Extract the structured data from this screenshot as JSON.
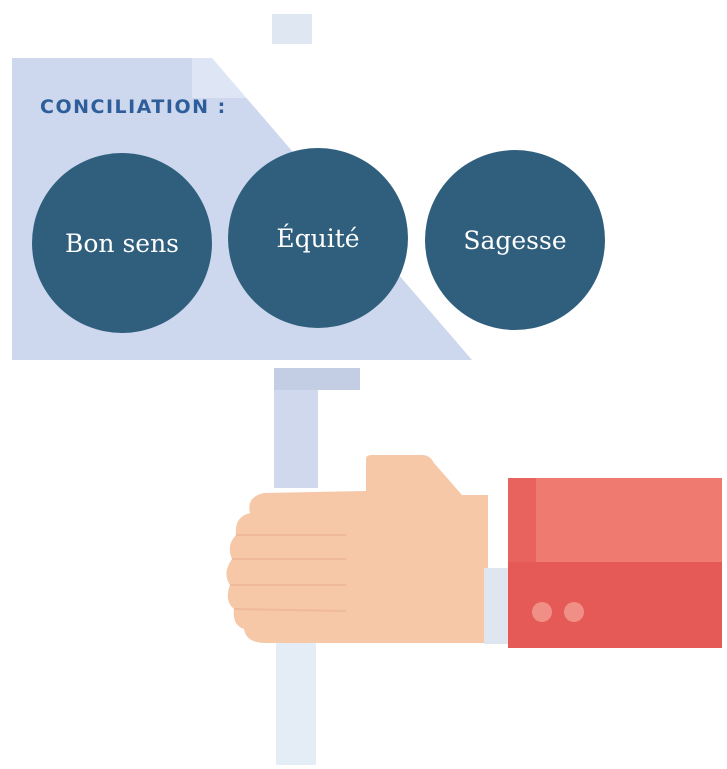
{
  "sign": {
    "title": "CONCILIATION :",
    "values": [
      "Bon sens",
      "Équité",
      "Sagesse"
    ]
  },
  "colors": {
    "sign_board": "#cdd7ee",
    "circle": "#2f5f7d",
    "title_text": "#2d5e9a",
    "skin": "#f6c8a8",
    "sleeve": "#e8625e",
    "pole": "#cfd8ec"
  }
}
